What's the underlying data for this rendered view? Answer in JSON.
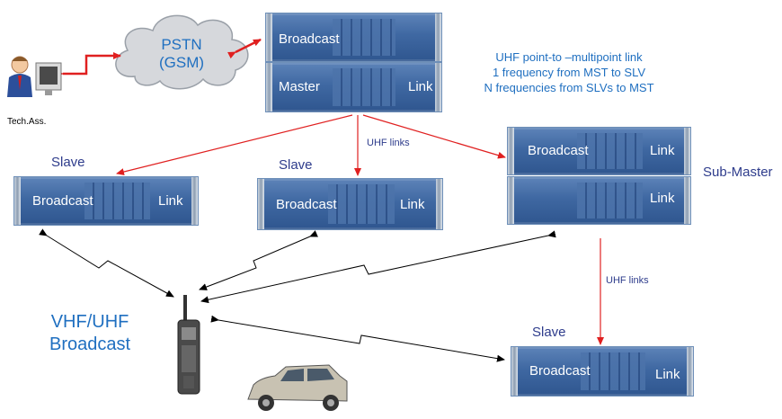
{
  "cloud": {
    "line1": "PSTN",
    "line2": "(GSM)"
  },
  "tech": {
    "label": "Tech.Ass."
  },
  "master_unit": {
    "top_label": "Broadcast",
    "bottom_left": "Master",
    "bottom_right": "Link"
  },
  "note": {
    "line1": "UHF point-to –multipoint link",
    "line2": "1 frequency from MST to SLV",
    "line3": "N frequencies from SLVs to MST"
  },
  "slave_left": {
    "title": "Slave",
    "left": "Broadcast",
    "right": "Link"
  },
  "slave_mid": {
    "title": "Slave",
    "left": "Broadcast",
    "right": "Link"
  },
  "uhf_links_1": "UHF links",
  "submaster": {
    "top_left": "Broadcast",
    "top_right": "Link",
    "bottom_right": "Link",
    "side_label": "Sub-Master"
  },
  "uhf_links_2": "UHF links",
  "slave_bottom": {
    "title": "Slave",
    "left": "Broadcast",
    "right": "Link"
  },
  "broadcast_label": {
    "line1": "VHF/UHF",
    "line2": "Broadcast"
  },
  "colors": {
    "arrow_red": "#e02020",
    "arrow_black": "#000000",
    "text_blue": "#1f6fc0",
    "rack_blue": "#3f68a2"
  }
}
